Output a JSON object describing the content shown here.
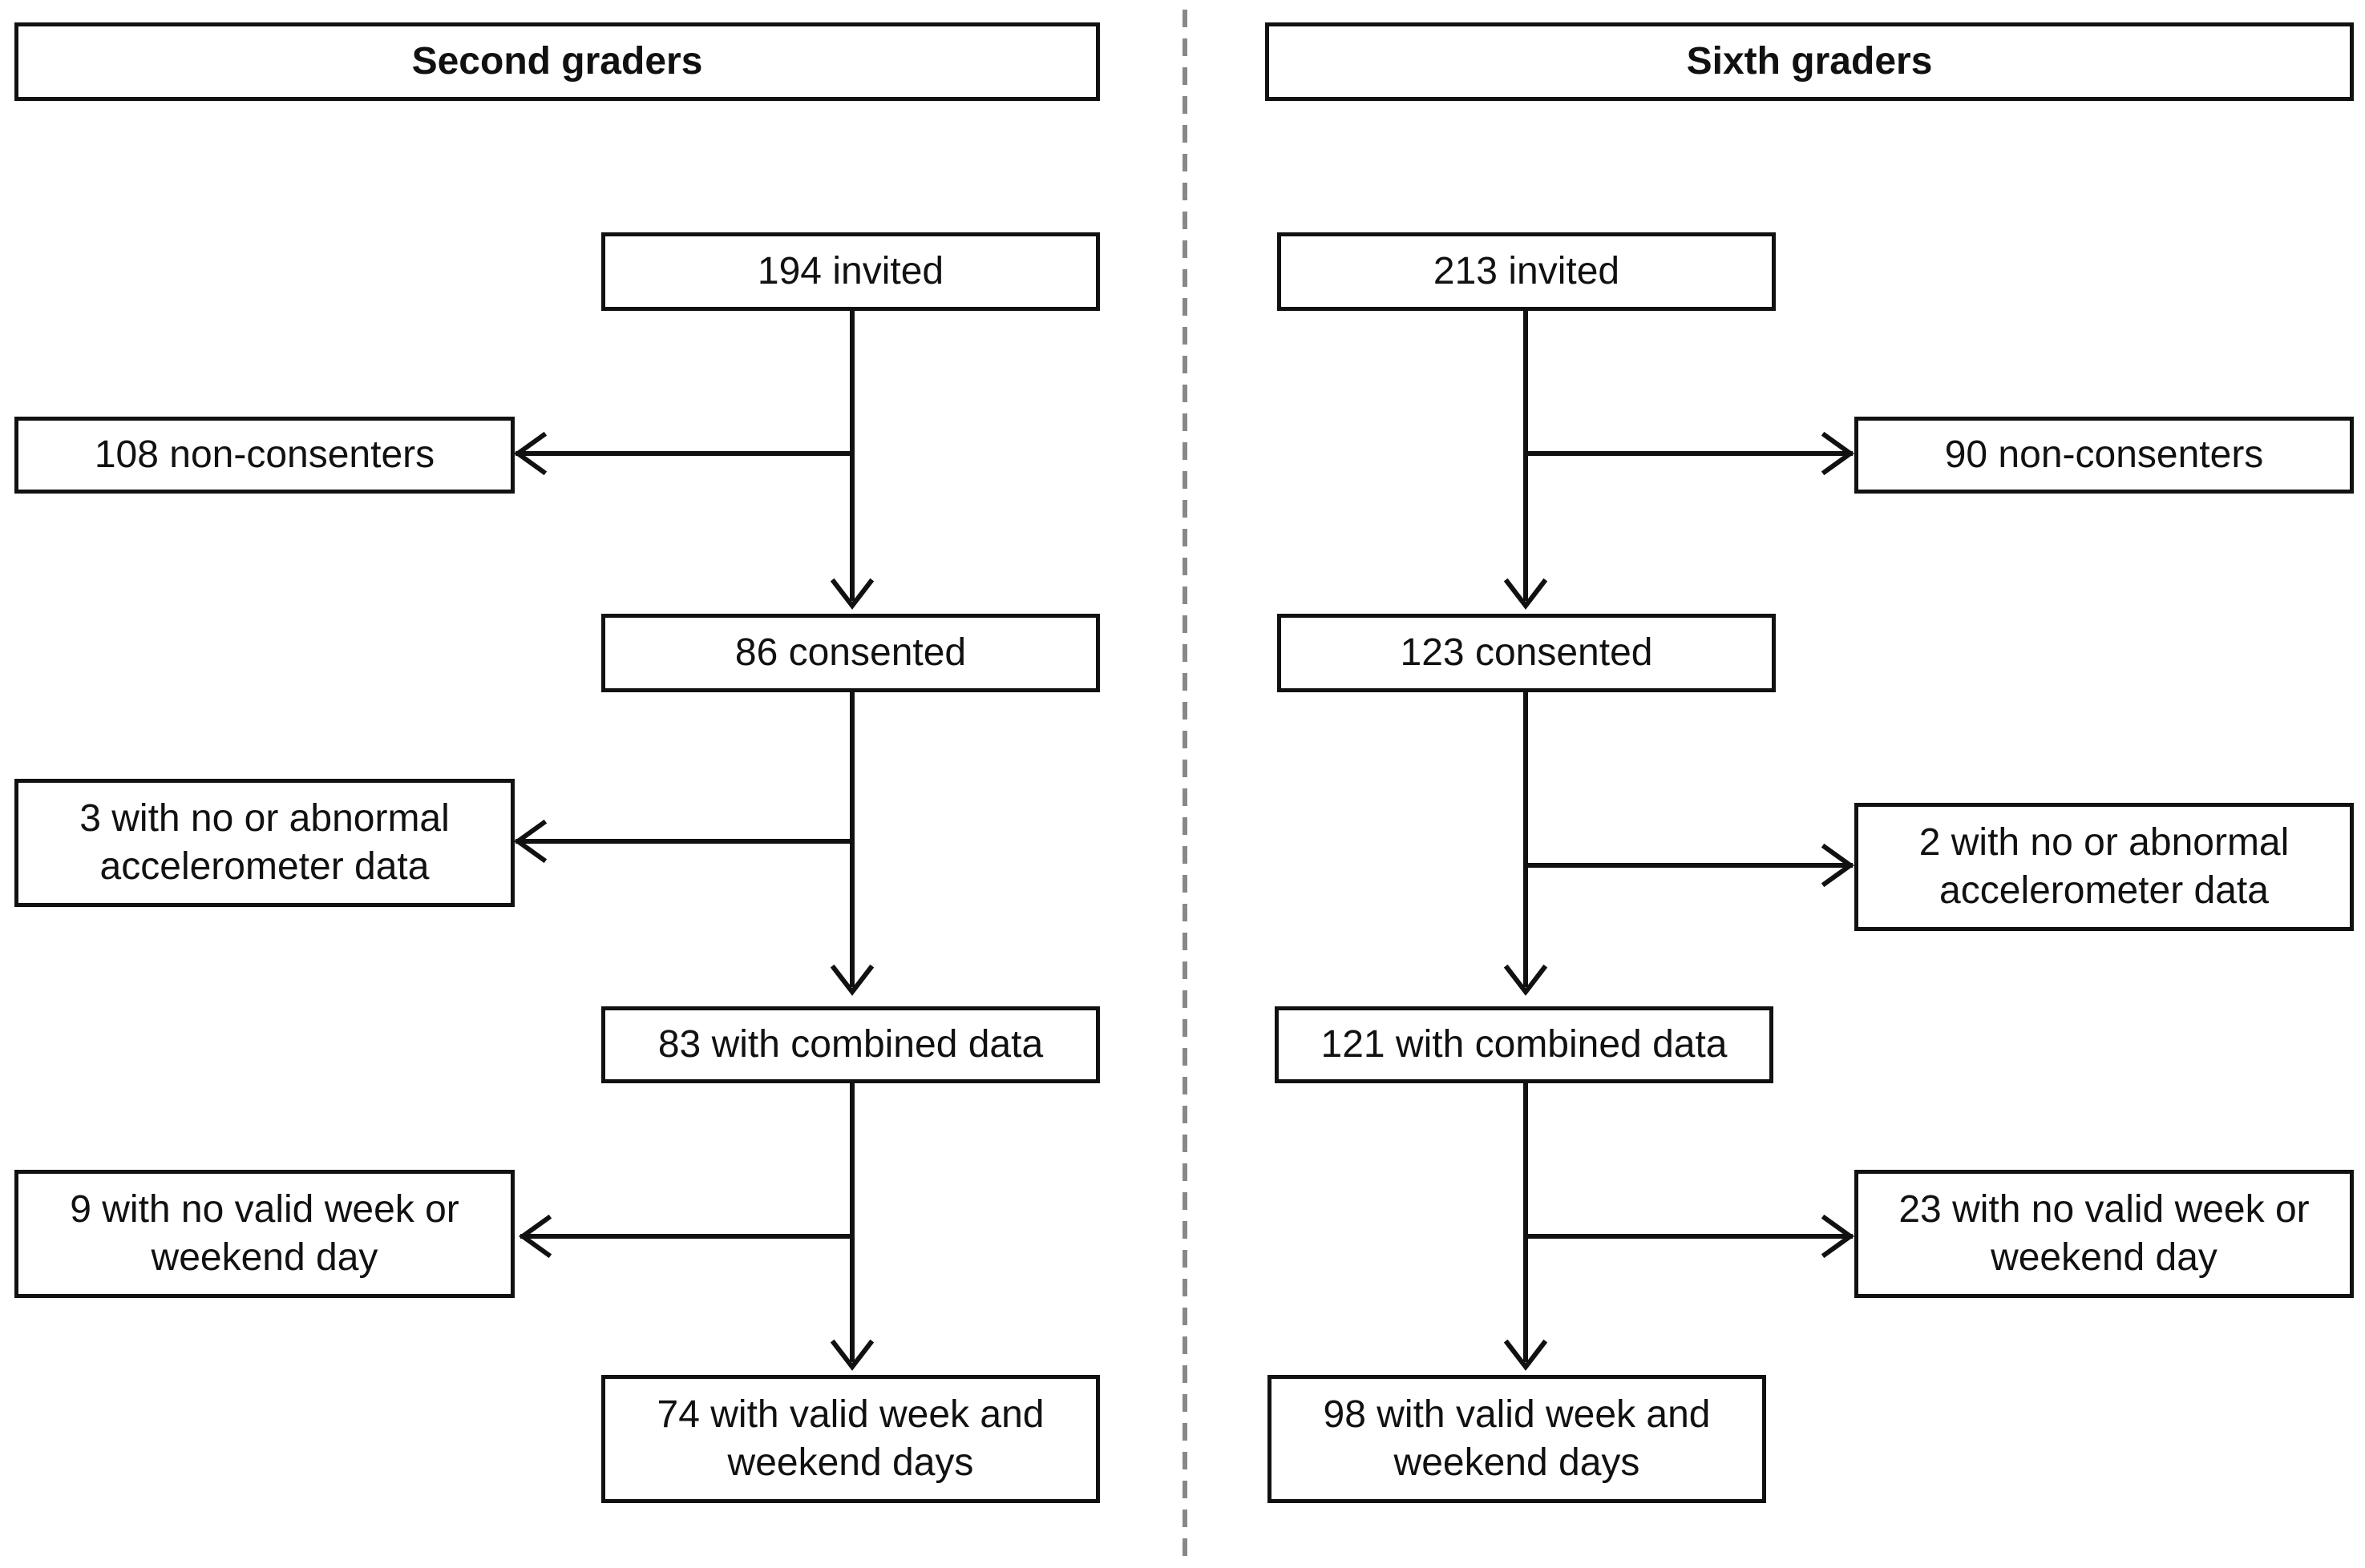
{
  "second_graders": {
    "header": "Second graders",
    "invited": "194 invited",
    "non_consenters": "108 non-consenters",
    "consented": "86 consented",
    "no_accel": "3 with no or abnormal\naccelerometer data",
    "combined": "83 with combined data",
    "no_valid": "9 with no valid week or\nweekend day",
    "final": "74 with valid week and\nweekend days"
  },
  "sixth_graders": {
    "header": "Sixth graders",
    "invited": "213 invited",
    "non_consenters": "90 non-consenters",
    "consented": "123 consented",
    "no_accel": "2 with no or abnormal\naccelerometer data",
    "combined": "121 with combined data",
    "no_valid": "23 with no valid week or\nweekend day",
    "final": "98 with valid week and\nweekend days"
  }
}
